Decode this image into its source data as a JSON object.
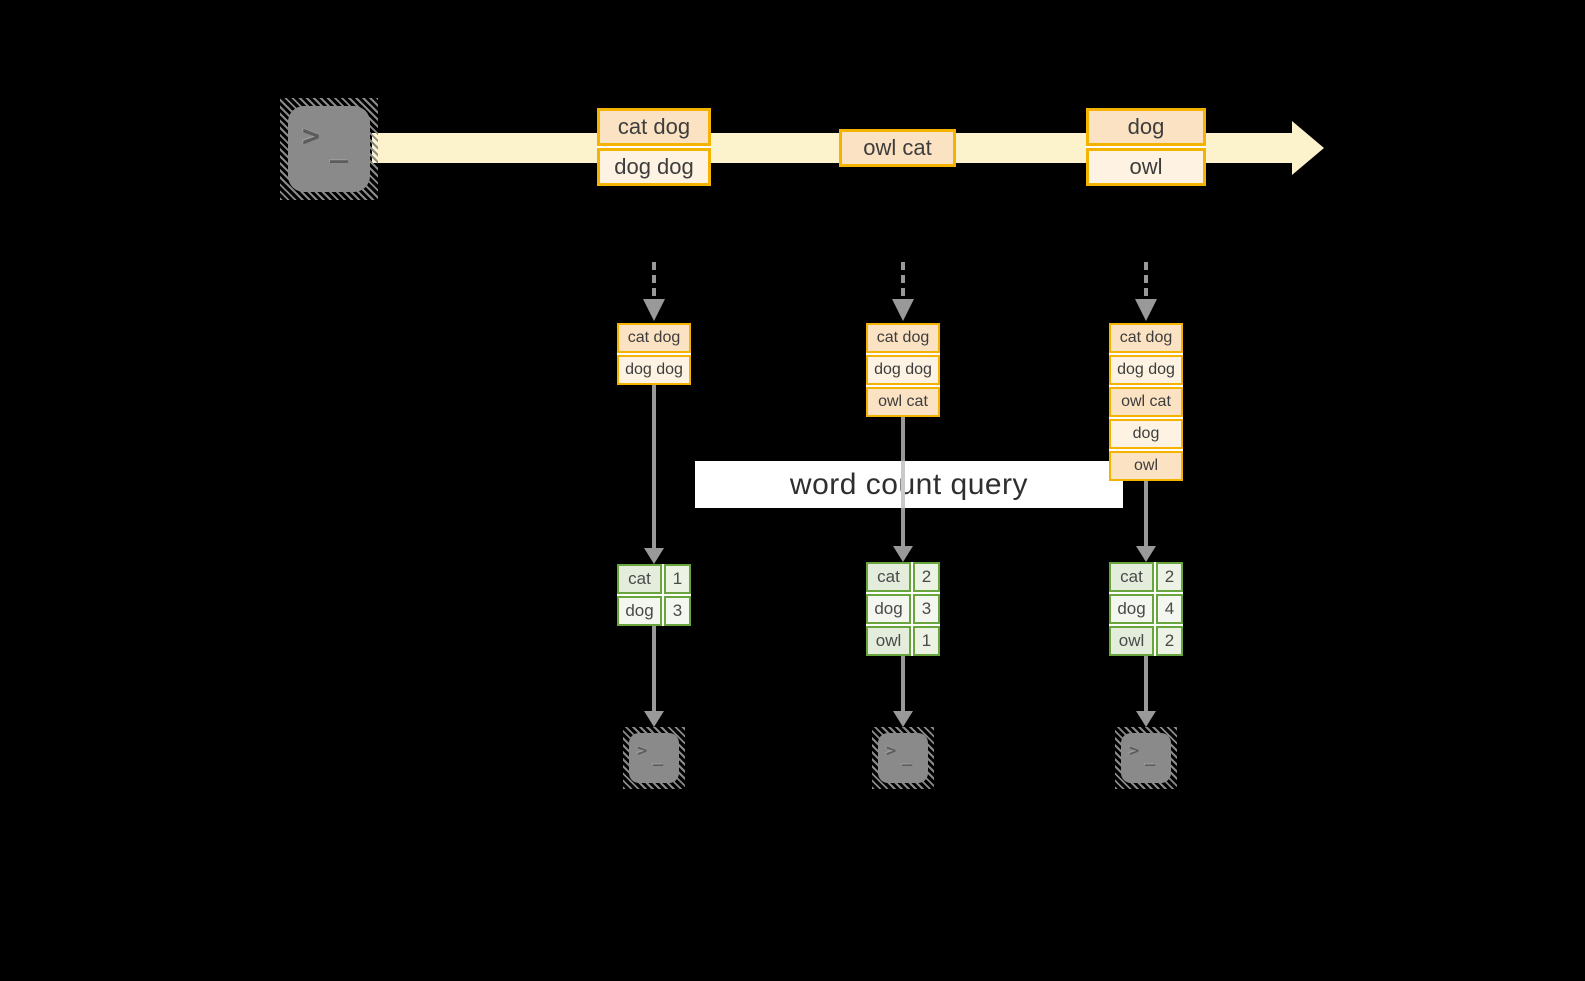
{
  "stream": {
    "boxes": [
      {
        "lines": [
          "cat dog",
          "dog dog"
        ]
      },
      {
        "lines": [
          "owl cat"
        ]
      },
      {
        "lines": [
          "dog",
          "owl"
        ]
      }
    ]
  },
  "query_banner": {
    "label": "word count query"
  },
  "columns": [
    {
      "state_buffer": [
        "cat dog",
        "dog dog"
      ],
      "counts": [
        {
          "word": "cat",
          "count": "1"
        },
        {
          "word": "dog",
          "count": "3"
        }
      ]
    },
    {
      "state_buffer": [
        "cat dog",
        "dog dog",
        "owl cat"
      ],
      "counts": [
        {
          "word": "cat",
          "count": "2"
        },
        {
          "word": "dog",
          "count": "3"
        },
        {
          "word": "owl",
          "count": "1"
        }
      ]
    },
    {
      "state_buffer": [
        "cat dog",
        "dog dog",
        "owl cat",
        "dog",
        "owl"
      ],
      "counts": [
        {
          "word": "cat",
          "count": "2"
        },
        {
          "word": "dog",
          "count": "4"
        },
        {
          "word": "owl",
          "count": "2"
        }
      ]
    }
  ],
  "icons": {
    "source_terminal": "terminal-prompt-icon",
    "output_terminal": "terminal-prompt-icon",
    "prompt_glyph": ">",
    "cursor_glyph": "_"
  },
  "colors": {
    "background": "#000000",
    "stream_band": "#FCF3CD",
    "box_border_gold": "#F3B300",
    "box_fill_peach": "#FBE2C2",
    "box_fill_cream": "#FEF3E2",
    "table_border_green": "#68A53D",
    "table_cell_green": "#E4EDDB",
    "table_cell_light": "#F3F7F0",
    "arrow_gray": "#999999",
    "terminal_gray": "#8A8A8A",
    "banner_background": "#FFFFFF",
    "text_dark": "#3D3D3D"
  }
}
